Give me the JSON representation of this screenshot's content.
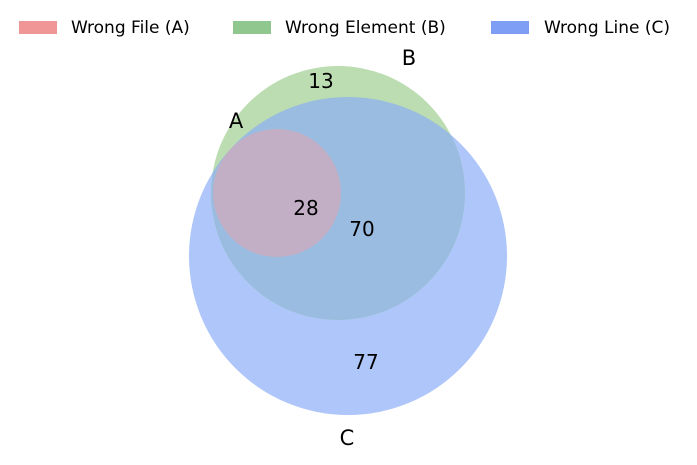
{
  "chart_data": {
    "type": "venn",
    "title": "",
    "background": "#FFFFFF",
    "legend_position": "top",
    "sets": [
      {
        "letter": "A",
        "legend_label": "Wrong File (A)",
        "color": "#F19696"
      },
      {
        "letter": "B",
        "legend_label": "Wrong Element (B)",
        "color": "#90C78E"
      },
      {
        "letter": "C",
        "legend_label": "Wrong Line (C)",
        "color": "#7E9DF5"
      }
    ],
    "regions": [
      {
        "region": "B only",
        "value": 13,
        "fill": "#BCDDB2"
      },
      {
        "region": "A ∩ B ∩ C",
        "value": 28,
        "fill": "#C2AFC6"
      },
      {
        "region": "(B ∩ C) minus A",
        "value": 70,
        "fill": "#99BCE0"
      },
      {
        "region": "C only",
        "value": 77,
        "fill": "#AEC6FA"
      }
    ],
    "layout_note": "Circle A lies entirely inside B ∩ C; B overlaps C except a top crescent; C is the largest circle."
  }
}
